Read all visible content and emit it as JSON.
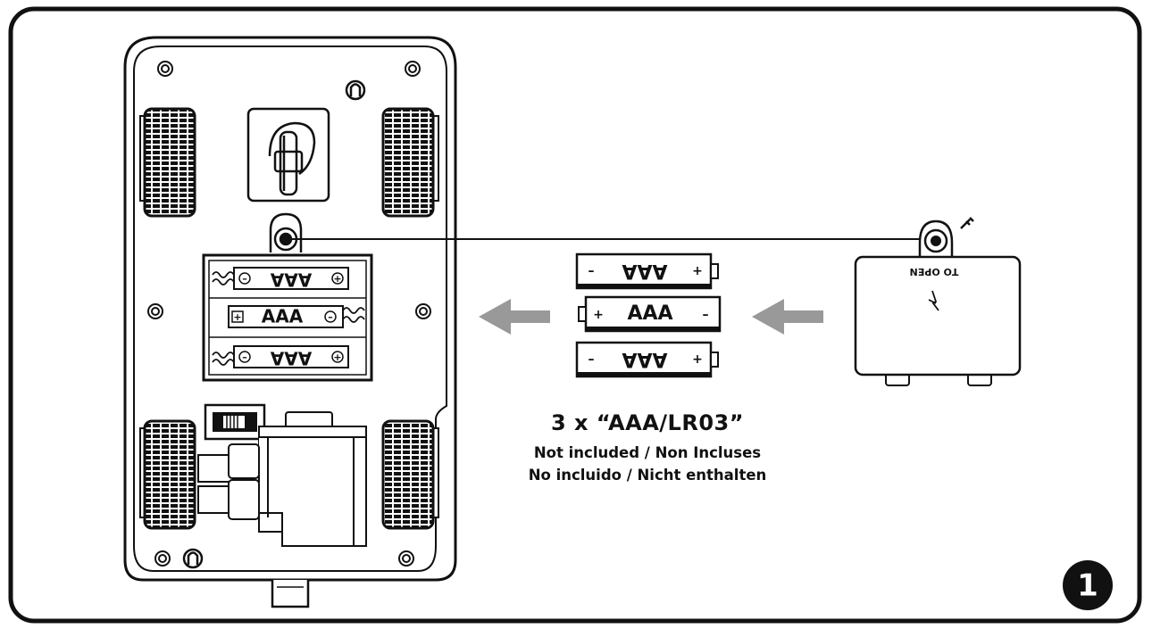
{
  "battery_label": "AAA",
  "battery_positive": "+",
  "battery_negative": "–",
  "door_label": "TO OPEN",
  "caption": {
    "main": "3 x “AAA/LR03”",
    "line1": "Not included / Non Incluses",
    "line2": "No incluido / Nicht enthalten"
  },
  "step_number": "1",
  "colors": {
    "ink": "#111111",
    "arrow": "#999999",
    "background": "#ffffff"
  }
}
